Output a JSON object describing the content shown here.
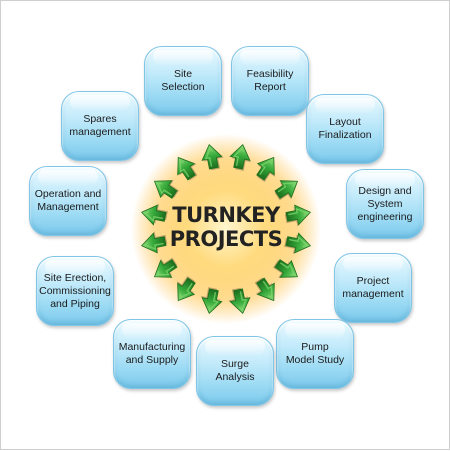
{
  "center": {
    "line1": "TURNKEY",
    "line2": "PROJECTS"
  },
  "nodes": [
    {
      "label": "Site\nSelection"
    },
    {
      "label": "Feasibility\nReport"
    },
    {
      "label": "Layout\nFinalization"
    },
    {
      "label": "Design and\nSystem\nengineering"
    },
    {
      "label": "Project\nmanagement"
    },
    {
      "label": "Pump\nModel Study"
    },
    {
      "label": "Surge\nAnalysis"
    },
    {
      "label": "Manufacturing\nand Supply"
    },
    {
      "label": "Site Erection,\nCommissioning\nand Piping"
    },
    {
      "label": "Operation and\nManagement"
    },
    {
      "label": "Spares\nmanagement"
    }
  ],
  "colors": {
    "arrow_fill": "#2f9e2f",
    "arrow_light": "#7ad36a",
    "arrow_dark": "#1d6e1d",
    "glow": "#ffc640",
    "node_border": "#7ec5e6"
  },
  "icons": {
    "arrow": "green-radial-arrow",
    "hub": "sunburst-glow"
  }
}
